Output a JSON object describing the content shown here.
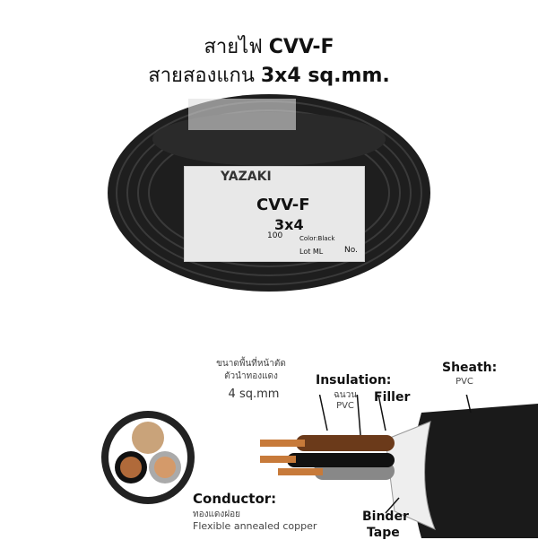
{
  "title": {
    "line1_thai": "สายไฟ",
    "line1_bold": "CVV-F",
    "line2_thai": "สายสองแกน",
    "line2_bold": "3x4 sq.mm."
  },
  "product_label": {
    "brand": "YAZAKI",
    "type": "CVV-F",
    "size": "3x4",
    "length": "100",
    "color": "Color:Black",
    "lot": "Lot ML",
    "no": "No."
  },
  "diagram": {
    "area_thai_1": "ขนาดพื้นที่หน้าตัด",
    "area_thai_2": "ตัวนำทองแดง",
    "area_value": "4 sq.mm",
    "insulation_title": "Insulation:",
    "insulation_thai": "ฉนวน",
    "insulation_value": "PVC",
    "filler_title": "Filler",
    "sheath_title": "Sheath:",
    "sheath_value": "PVC",
    "conductor_title": "Conductor:",
    "conductor_thai": "ทองแดงฝอย",
    "conductor_value": "Flexible annealed copper",
    "binder_title_1": "Binder",
    "binder_title_2": "Tape"
  }
}
